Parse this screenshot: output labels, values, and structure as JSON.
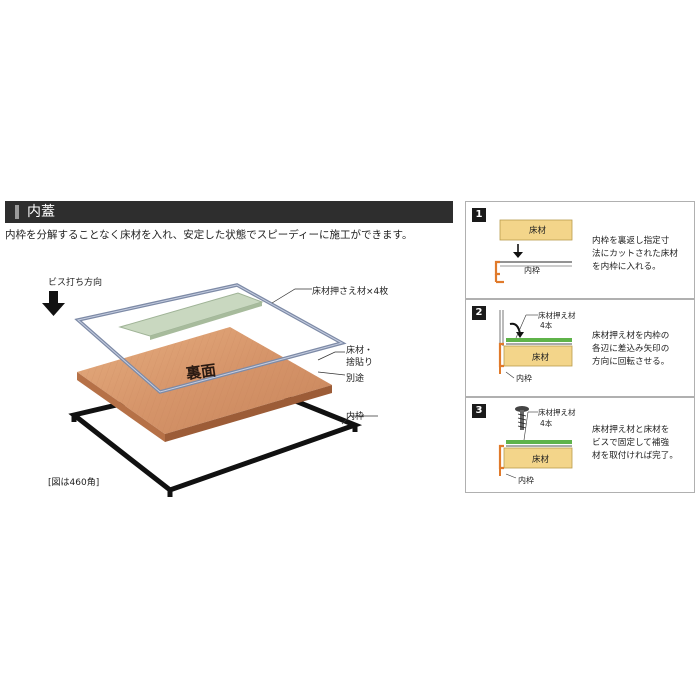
{
  "header": {
    "title": "内蓋"
  },
  "intro": "内枠を分解することなく床材を入れ、安定した状態でスピーディーに施工ができます。",
  "figure": {
    "screw_direction": "ビス打ち方向",
    "flooring_retainer": "床材押さえ材×4枚",
    "flooring_label_line1": "床材・",
    "flooring_label_line2": "捨貼り",
    "separate": "別途",
    "inner_frame": "内枠",
    "back_side": "裏面",
    "note": "[図は460角]"
  },
  "panels": [
    {
      "number": "1",
      "lines": [
        "内枠を裏返し指定寸",
        "法にカットされた床材",
        "を内枠に入れる。"
      ],
      "flooring": "床材",
      "inner_frame": "内枠"
    },
    {
      "number": "2",
      "lines": [
        "床材押え材を内枠の",
        "各辺に差込み矢印の",
        "方向に回転させる。"
      ],
      "retainer": "床材押え材",
      "count": "4本",
      "flooring": "床材",
      "inner_frame": "内枠"
    },
    {
      "number": "3",
      "lines": [
        "床材押え材と床材を",
        "ビスで固定して補強",
        "材を取付ければ完了。"
      ],
      "retainer": "床材押え材",
      "count": "4本",
      "flooring": "床材",
      "inner_frame": "内枠"
    }
  ],
  "colors": {
    "header_bg": "#2e2e2e",
    "wood": "#d89a6c",
    "frame": "#1a1a1a",
    "retainer": "#c9d8c0",
    "panel_flooring": "#f3d58a",
    "orange_frame": "#e07a2b",
    "green_retainer": "#5fb34a"
  }
}
